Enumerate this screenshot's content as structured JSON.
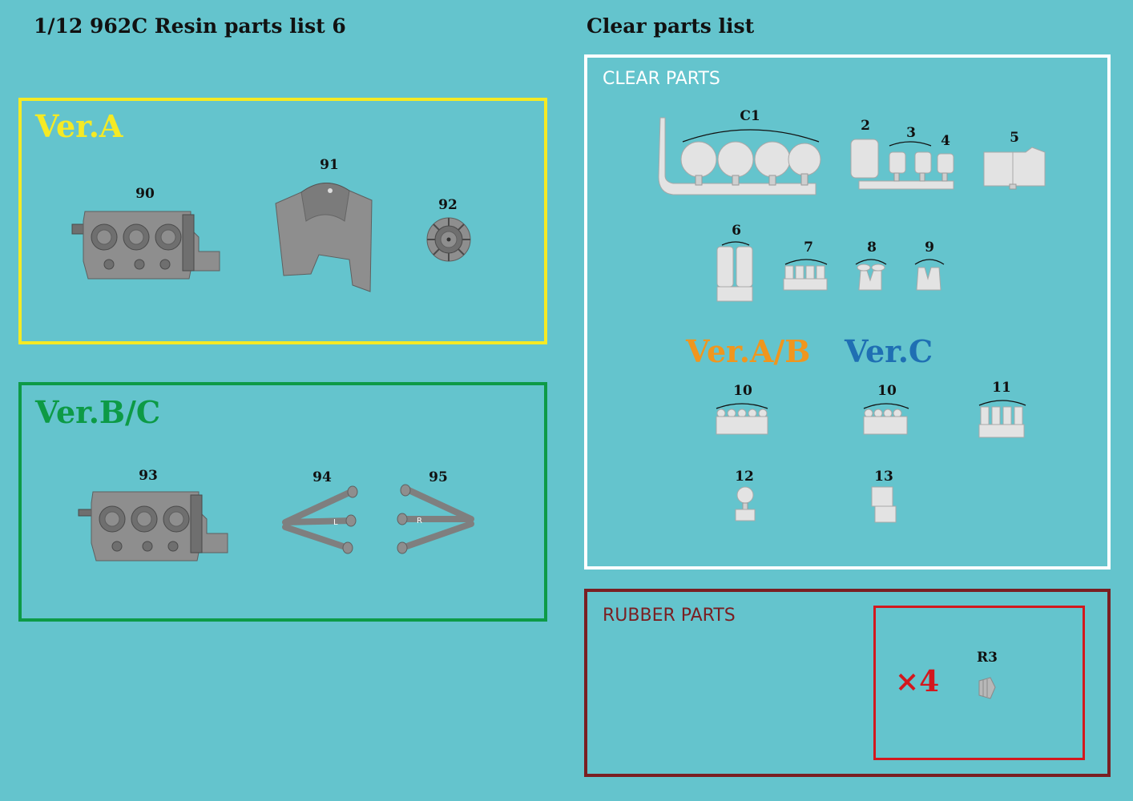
{
  "header": {
    "left_title": "1/12 962C Resin parts list 6",
    "right_title": "Clear parts list"
  },
  "colors": {
    "background": "#64c4cd",
    "ver_a": "#f5ea24",
    "ver_bc": "#0d9a46",
    "clear_frame": "#ffffff",
    "rubber_frame": "#7a1f22",
    "multiplier": "#d3181e",
    "ver_ab_clear": "#f0961e",
    "ver_c_clear": "#1f6fb3"
  },
  "ver_a_panel": {
    "label": "Ver.A",
    "parts": [
      {
        "number": "90",
        "icon": "engine-block-icon"
      },
      {
        "number": "91",
        "icon": "engine-cover-icon"
      },
      {
        "number": "92",
        "icon": "pulley-icon"
      }
    ]
  },
  "ver_bc_panel": {
    "label": "Ver.B/C",
    "parts": [
      {
        "number": "93",
        "icon": "engine-block-icon"
      },
      {
        "number": "94",
        "icon": "suspension-arm-icon",
        "mark": "L"
      },
      {
        "number": "95",
        "icon": "suspension-arm-icon",
        "mark": "R"
      }
    ]
  },
  "clear_panel": {
    "title": "CLEAR PARTS",
    "parts": [
      {
        "number": "C1"
      },
      {
        "number": "2"
      },
      {
        "number": "3"
      },
      {
        "number": "4"
      },
      {
        "number": "5"
      },
      {
        "number": "6"
      },
      {
        "number": "7"
      },
      {
        "number": "8"
      },
      {
        "number": "9"
      },
      {
        "number": "10"
      },
      {
        "number": "10"
      },
      {
        "number": "11"
      },
      {
        "number": "12"
      },
      {
        "number": "13"
      }
    ],
    "ver_ab_label": "Ver.A/B",
    "ver_c_label": "Ver.C"
  },
  "rubber_panel": {
    "title": "RUBBER PARTS",
    "multiplier": "×4",
    "part_number": "R3"
  }
}
